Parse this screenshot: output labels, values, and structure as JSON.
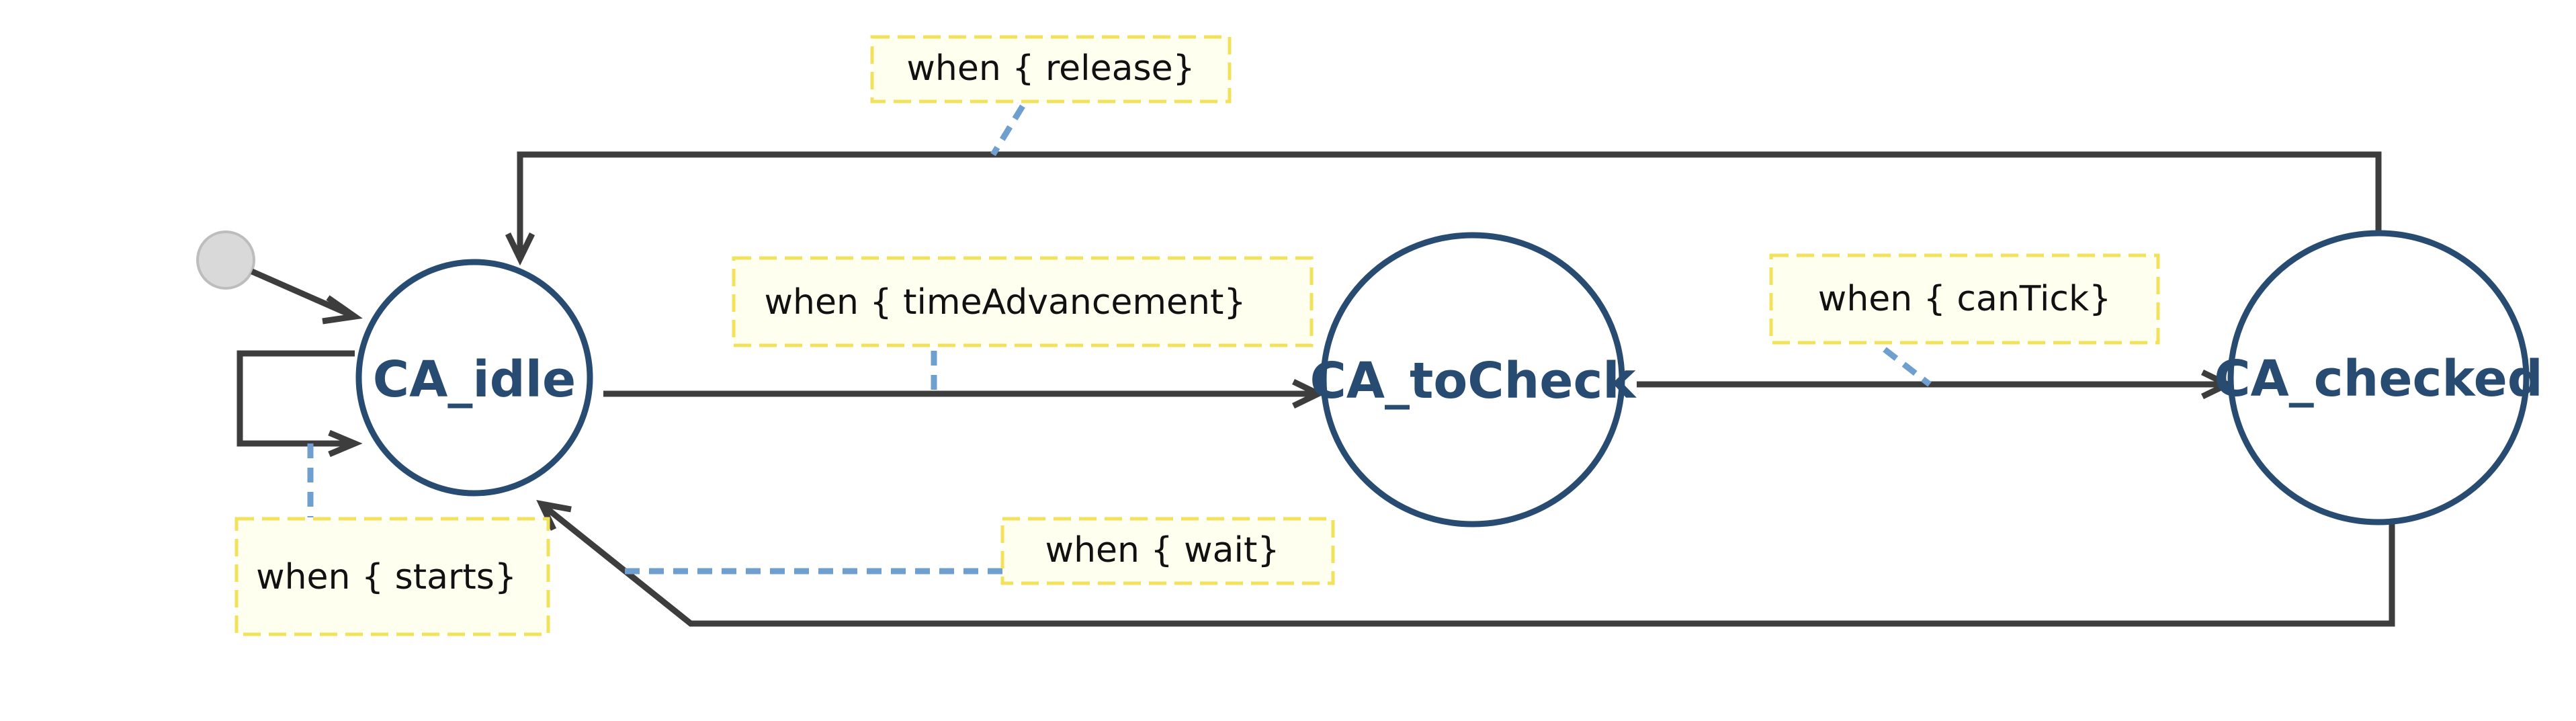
{
  "colors": {
    "state_stroke": "#284b72",
    "state_text": "#284b72",
    "edge": "#3d3d3d",
    "note_fill": "#fffff0",
    "note_border": "#f2e15a",
    "note_link": "#6f9fcf",
    "initial_fill": "#d9d9d9"
  },
  "states": {
    "idle": {
      "label": "CA_idle"
    },
    "to_check": {
      "label": "CA_toCheck"
    },
    "checked": {
      "label": "CA_checked"
    }
  },
  "notes": {
    "release": {
      "text": "when { release}"
    },
    "time_advancement": {
      "text": "when { timeAdvancement}"
    },
    "can_tick": {
      "text": "when { canTick}"
    },
    "starts": {
      "text": "when { starts}"
    },
    "wait": {
      "text": "when { wait}"
    }
  }
}
